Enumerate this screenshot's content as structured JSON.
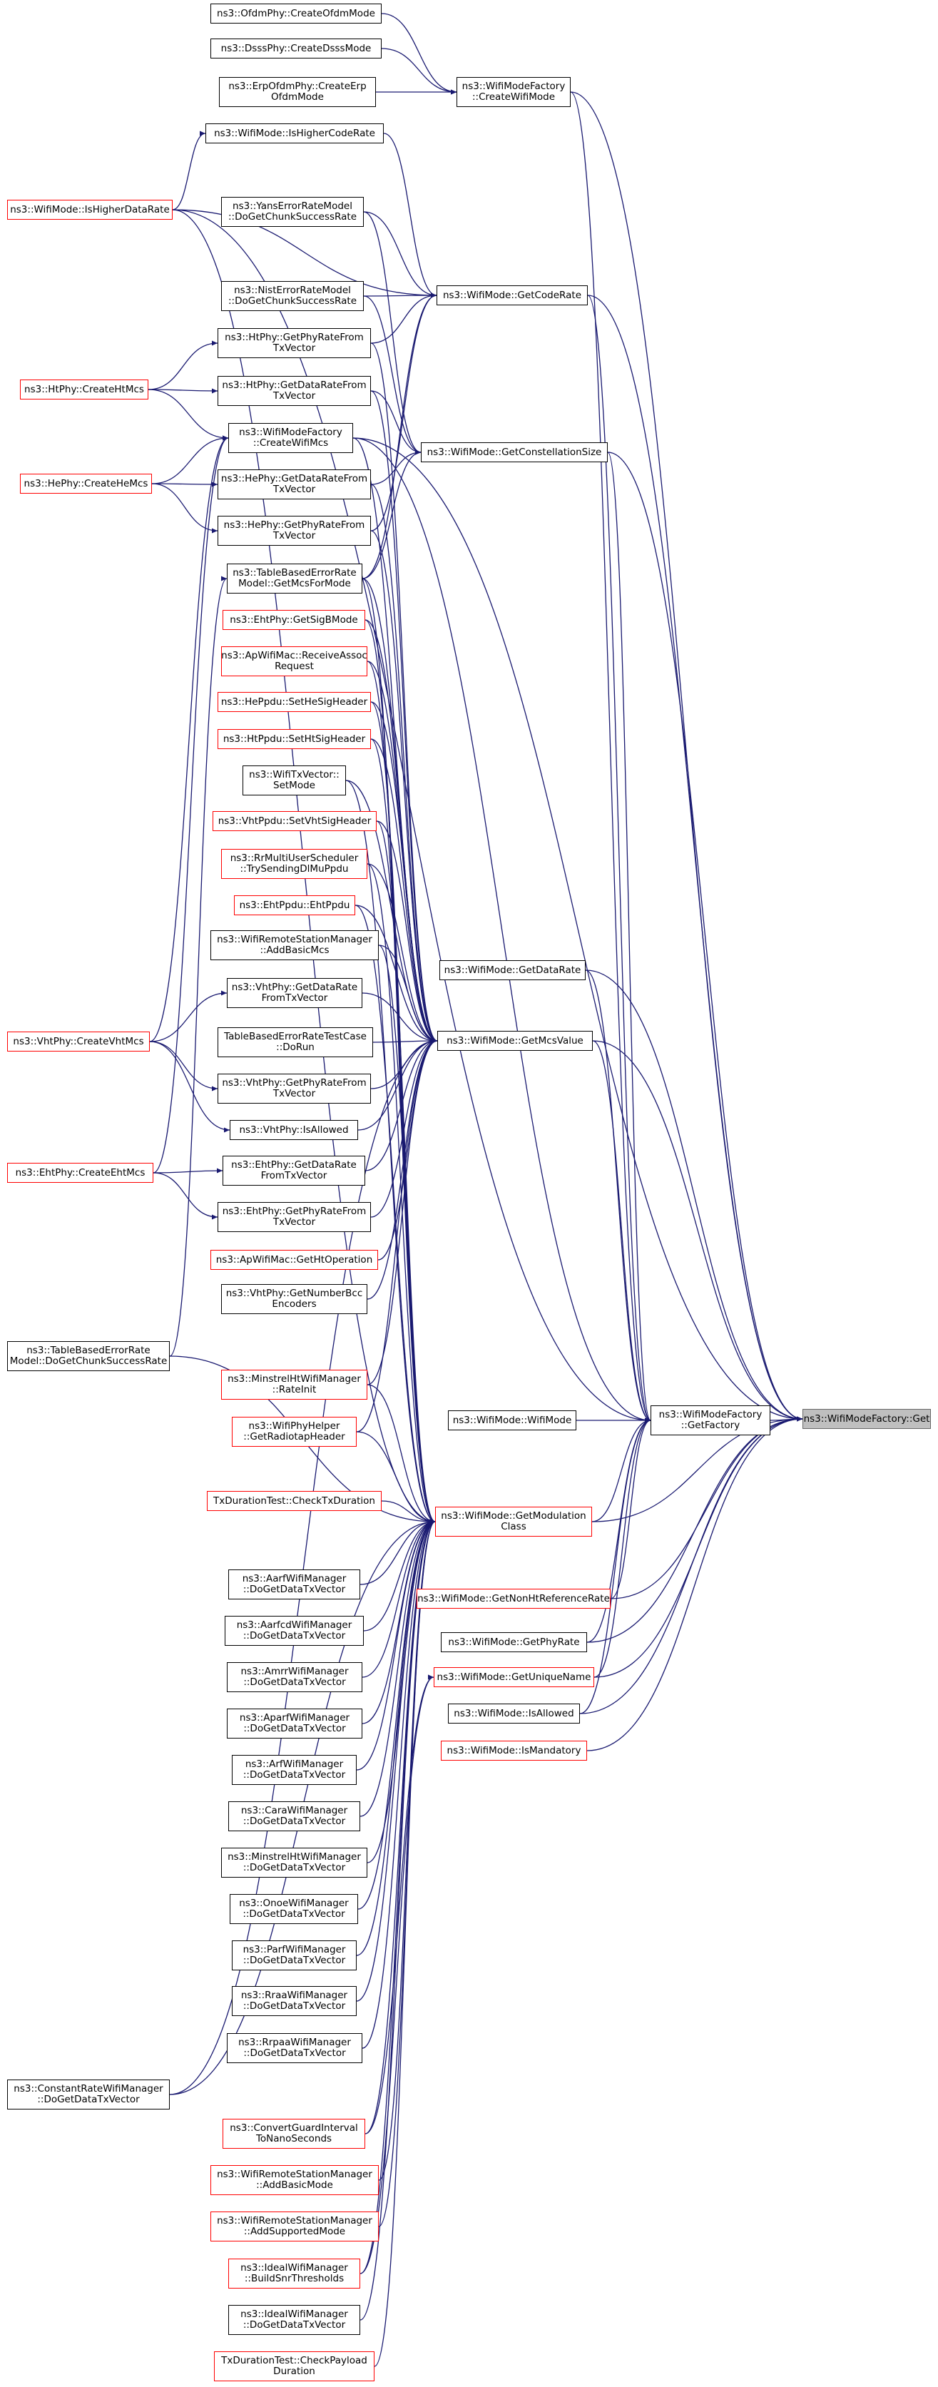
{
  "nodes": [
    {
      "id": "ofdm",
      "label": "ns3::OfdmPhy::CreateOfdmMode",
      "red": false
    },
    {
      "id": "dsss",
      "label": "ns3::DsssPhy::CreateDsssMode",
      "red": false
    },
    {
      "id": "erp",
      "label": "ns3::ErpOfdmPhy::CreateErp\nOfdmMode",
      "red": false
    },
    {
      "id": "fcreate",
      "label": "ns3::WifiModeFactory\n::CreateWifiMode",
      "red": false
    },
    {
      "id": "ishcr",
      "label": "ns3::WifiMode::IsHigherCodeRate",
      "red": false
    },
    {
      "id": "ishdr",
      "label": "ns3::WifiMode::IsHigherDataRate",
      "red": true
    },
    {
      "id": "yans",
      "label": "ns3::YansErrorRateModel\n::DoGetChunkSuccessRate",
      "red": false
    },
    {
      "id": "nist",
      "label": "ns3::NistErrorRateModel\n::DoGetChunkSuccessRate",
      "red": false
    },
    {
      "id": "gcr",
      "label": "ns3::WifiMode::GetCodeRate",
      "red": false
    },
    {
      "id": "htphy_gprftv",
      "label": "ns3::HtPhy::GetPhyRateFrom\nTxVector",
      "red": false
    },
    {
      "id": "htcreate",
      "label": "ns3::HtPhy::CreateHtMcs",
      "red": true
    },
    {
      "id": "htphy_gdrftv",
      "label": "ns3::HtPhy::GetDataRateFrom\nTxVector",
      "red": false
    },
    {
      "id": "fcreatemcs",
      "label": "ns3::WifiModeFactory\n::CreateWifiMcs",
      "red": false
    },
    {
      "id": "gcs",
      "label": "ns3::WifiMode::GetConstellationSize",
      "red": false
    },
    {
      "id": "hecreate",
      "label": "ns3::HePhy::CreateHeMcs",
      "red": true
    },
    {
      "id": "hephy_gdrftv",
      "label": "ns3::HePhy::GetDataRateFrom\nTxVector",
      "red": false
    },
    {
      "id": "hephy_gprftv",
      "label": "ns3::HePhy::GetPhyRateFrom\nTxVector",
      "red": false
    },
    {
      "id": "tbgm",
      "label": "ns3::TableBasedErrorRate\nModel::GetMcsForMode",
      "red": false
    },
    {
      "id": "ehtsigb",
      "label": "ns3::EhtPhy::GetSigBMode",
      "red": true
    },
    {
      "id": "apassoc",
      "label": "ns3::ApWifiMac::ReceiveAssoc\nRequest",
      "red": true
    },
    {
      "id": "hesig",
      "label": "ns3::HePpdu::SetHeSigHeader",
      "red": true
    },
    {
      "id": "htsig",
      "label": "ns3::HtPpdu::SetHtSigHeader",
      "red": true
    },
    {
      "id": "txvset",
      "label": "ns3::WifiTxVector::\nSetMode",
      "red": false
    },
    {
      "id": "vhtsig",
      "label": "ns3::VhtPpdu::SetVhtSigHeader",
      "red": true
    },
    {
      "id": "rrmu",
      "label": "ns3::RrMultiUserScheduler\n::TrySendingDlMuPpdu",
      "red": true
    },
    {
      "id": "ehtppdu",
      "label": "ns3::EhtPpdu::EhtPpdu",
      "red": true
    },
    {
      "id": "wrsmbasicmcs",
      "label": "ns3::WifiRemoteStationManager\n::AddBasicMcs",
      "red": false
    },
    {
      "id": "gdr",
      "label": "ns3::WifiMode::GetDataRate",
      "red": false
    },
    {
      "id": "vht_gdrftv",
      "label": "ns3::VhtPhy::GetDataRate\nFromTxVector",
      "red": false
    },
    {
      "id": "vhtcreate",
      "label": "ns3::VhtPhy::CreateVhtMcs",
      "red": true
    },
    {
      "id": "tbtest",
      "label": "TableBasedErrorRateTestCase\n::DoRun",
      "red": false
    },
    {
      "id": "gmv",
      "label": "ns3::WifiMode::GetMcsValue",
      "red": false
    },
    {
      "id": "vht_gprftv",
      "label": "ns3::VhtPhy::GetPhyRateFrom\nTxVector",
      "red": false
    },
    {
      "id": "vhtallowed",
      "label": "ns3::VhtPhy::IsAllowed",
      "red": false
    },
    {
      "id": "ehtcreate",
      "label": "ns3::EhtPhy::CreateEhtMcs",
      "red": true
    },
    {
      "id": "eht_gdrftv",
      "label": "ns3::EhtPhy::GetDataRate\nFromTxVector",
      "red": false
    },
    {
      "id": "eht_gprftv",
      "label": "ns3::EhtPhy::GetPhyRateFrom\nTxVector",
      "red": false
    },
    {
      "id": "apghtop",
      "label": "ns3::ApWifiMac::GetHtOperation",
      "red": true
    },
    {
      "id": "vhtbcc",
      "label": "ns3::VhtPhy::GetNumberBcc\nEncoders",
      "red": false
    },
    {
      "id": "tbdochunk",
      "label": "ns3::TableBasedErrorRate\nModel::DoGetChunkSuccessRate",
      "red": false
    },
    {
      "id": "minstrelinit",
      "label": "ns3::MinstrelHtWifiManager\n::RateInit",
      "red": true
    },
    {
      "id": "radiotap",
      "label": "ns3::WifiPhyHelper\n::GetRadiotapHeader",
      "red": true
    },
    {
      "id": "wmwm",
      "label": "ns3::WifiMode::WifiMode",
      "red": false
    },
    {
      "id": "gf",
      "label": "ns3::WifiModeFactory\n::GetFactory",
      "red": false
    },
    {
      "id": "root",
      "label": "ns3::WifiModeFactory::Get",
      "red": false,
      "root": true
    },
    {
      "id": "txdurchk",
      "label": "TxDurationTest::CheckTxDuration",
      "red": true
    },
    {
      "id": "gmc",
      "label": "ns3::WifiMode::GetModulation\nClass",
      "red": true
    },
    {
      "id": "aarf",
      "label": "ns3::AarfWifiManager\n::DoGetDataTxVector",
      "red": false
    },
    {
      "id": "nonht",
      "label": "ns3::WifiMode::GetNonHtReferenceRate",
      "red": true
    },
    {
      "id": "aarfcd",
      "label": "ns3::AarfcdWifiManager\n::DoGetDataTxVector",
      "red": false
    },
    {
      "id": "gpr",
      "label": "ns3::WifiMode::GetPhyRate",
      "red": false
    },
    {
      "id": "amrr",
      "label": "ns3::AmrrWifiManager\n::DoGetDataTxVector",
      "red": false
    },
    {
      "id": "gun",
      "label": "ns3::WifiMode::GetUniqueName",
      "red": true
    },
    {
      "id": "aparf",
      "label": "ns3::AparfWifiManager\n::DoGetDataTxVector",
      "red": false
    },
    {
      "id": "isallowed",
      "label": "ns3::WifiMode::IsAllowed",
      "red": false
    },
    {
      "id": "ismand",
      "label": "ns3::WifiMode::IsMandatory",
      "red": true
    },
    {
      "id": "arf",
      "label": "ns3::ArfWifiManager\n::DoGetDataTxVector",
      "red": false
    },
    {
      "id": "cara",
      "label": "ns3::CaraWifiManager\n::DoGetDataTxVector",
      "red": false
    },
    {
      "id": "minstrel",
      "label": "ns3::MinstrelHtWifiManager\n::DoGetDataTxVector",
      "red": false
    },
    {
      "id": "onoe",
      "label": "ns3::OnoeWifiManager\n::DoGetDataTxVector",
      "red": false
    },
    {
      "id": "parf",
      "label": "ns3::ParfWifiManager\n::DoGetDataTxVector",
      "red": false
    },
    {
      "id": "rraa",
      "label": "ns3::RraaWifiManager\n::DoGetDataTxVector",
      "red": false
    },
    {
      "id": "rrpaa",
      "label": "ns3::RrpaaWifiManager\n::DoGetDataTxVector",
      "red": false
    },
    {
      "id": "constrate",
      "label": "ns3::ConstantRateWifiManager\n::DoGetDataTxVector",
      "red": false
    },
    {
      "id": "convgi",
      "label": "ns3::ConvertGuardInterval\nToNanoSeconds",
      "red": true
    },
    {
      "id": "wrsmbasicmode",
      "label": "ns3::WifiRemoteStationManager\n::AddBasicMode",
      "red": true
    },
    {
      "id": "wrsmsupp",
      "label": "ns3::WifiRemoteStationManager\n::AddSupportedMode",
      "red": true
    },
    {
      "id": "idealsnr",
      "label": "ns3::IdealWifiManager\n::BuildSnrThresholds",
      "red": true
    },
    {
      "id": "idealtx",
      "label": "ns3::IdealWifiManager\n::DoGetDataTxVector",
      "red": false
    },
    {
      "id": "txpayload",
      "label": "TxDurationTest::CheckPayload\nDuration",
      "red": true
    }
  ],
  "edges": [
    [
      "ofdm",
      "fcreate"
    ],
    [
      "dsss",
      "fcreate"
    ],
    [
      "erp",
      "fcreate"
    ],
    [
      "ishcr",
      "gcr"
    ],
    [
      "ishdr",
      "gcr"
    ],
    [
      "ishdr",
      "ishcr"
    ],
    [
      "ishdr",
      "gmc"
    ],
    [
      "yans",
      "gcr"
    ],
    [
      "yans",
      "gcs"
    ],
    [
      "nist",
      "gcr"
    ],
    [
      "nist",
      "gcs"
    ],
    [
      "htphy_gprftv",
      "gcr"
    ],
    [
      "htphy_gdrftv",
      "gcs"
    ],
    [
      "htcreate",
      "htphy_gprftv"
    ],
    [
      "htcreate",
      "htphy_gdrftv"
    ],
    [
      "htcreate",
      "fcreatemcs"
    ],
    [
      "hecreate",
      "fcreatemcs"
    ],
    [
      "hecreate",
      "hephy_gdrftv"
    ],
    [
      "hecreate",
      "hephy_gprftv"
    ],
    [
      "vhtcreate",
      "fcreatemcs"
    ],
    [
      "vhtcreate",
      "vht_gdrftv"
    ],
    [
      "vhtcreate",
      "vht_gprftv"
    ],
    [
      "vhtcreate",
      "vhtallowed"
    ],
    [
      "ehtcreate",
      "fcreatemcs"
    ],
    [
      "ehtcreate",
      "eht_gdrftv"
    ],
    [
      "ehtcreate",
      "eht_gprftv"
    ],
    [
      "hephy_gdrftv",
      "gcs"
    ],
    [
      "hephy_gprftv",
      "gcr"
    ],
    [
      "tbgm",
      "gcr"
    ],
    [
      "tbgm",
      "gcs"
    ],
    [
      "tbdochunk",
      "tbgm"
    ],
    [
      "tbdochunk",
      "gmc"
    ],
    [
      "fcreatemcs",
      "gmv"
    ],
    [
      "htphy_gdrftv",
      "gmv"
    ],
    [
      "htphy_gprftv",
      "gmv"
    ],
    [
      "hephy_gdrftv",
      "gmv"
    ],
    [
      "hephy_gprftv",
      "gmv"
    ],
    [
      "tbgm",
      "gmv"
    ],
    [
      "ehtsigb",
      "gmv"
    ],
    [
      "apassoc",
      "gmv"
    ],
    [
      "hesig",
      "gmv"
    ],
    [
      "htsig",
      "gmv"
    ],
    [
      "txvset",
      "gmv"
    ],
    [
      "vhtsig",
      "gmv"
    ],
    [
      "rrmu",
      "gmv"
    ],
    [
      "ehtppdu",
      "gmv"
    ],
    [
      "wrsmbasicmcs",
      "gmv"
    ],
    [
      "vht_gdrftv",
      "gmv"
    ],
    [
      "tbtest",
      "gmv"
    ],
    [
      "vht_gprftv",
      "gmv"
    ],
    [
      "vhtallowed",
      "gmv"
    ],
    [
      "eht_gdrftv",
      "gmv"
    ],
    [
      "eht_gprftv",
      "gmv"
    ],
    [
      "apghtop",
      "gmv"
    ],
    [
      "vhtbcc",
      "gmv"
    ],
    [
      "minstrelinit",
      "gmv"
    ],
    [
      "radiotap",
      "gmv"
    ],
    [
      "constrate",
      "gmv"
    ],
    [
      "ehtsigb",
      "gmc"
    ],
    [
      "apassoc",
      "gmc"
    ],
    [
      "hesig",
      "gmc"
    ],
    [
      "htsig",
      "gmc"
    ],
    [
      "txvset",
      "gmc"
    ],
    [
      "vhtsig",
      "gmc"
    ],
    [
      "rrmu",
      "gmc"
    ],
    [
      "ehtppdu",
      "gmc"
    ],
    [
      "wrsmbasicmcs",
      "gmc"
    ],
    [
      "tbgm",
      "gmc"
    ],
    [
      "minstrelinit",
      "gmc"
    ],
    [
      "radiotap",
      "gmc"
    ],
    [
      "txdurchk",
      "gmc"
    ],
    [
      "aarf",
      "gmc"
    ],
    [
      "aarfcd",
      "gmc"
    ],
    [
      "amrr",
      "gmc"
    ],
    [
      "aparf",
      "gmc"
    ],
    [
      "arf",
      "gmc"
    ],
    [
      "cara",
      "gmc"
    ],
    [
      "minstrel",
      "gmc"
    ],
    [
      "onoe",
      "gmc"
    ],
    [
      "parf",
      "gmc"
    ],
    [
      "rraa",
      "gmc"
    ],
    [
      "rrpaa",
      "gmc"
    ],
    [
      "constrate",
      "gmc"
    ],
    [
      "convgi",
      "gmc"
    ],
    [
      "wrsmbasicmode",
      "gmc"
    ],
    [
      "wrsmsupp",
      "gmc"
    ],
    [
      "idealsnr",
      "gmc"
    ],
    [
      "idealtx",
      "gmc"
    ],
    [
      "txpayload",
      "gmc"
    ],
    [
      "convgi",
      "gun"
    ],
    [
      "idealsnr",
      "gun"
    ],
    [
      "wmwm",
      "gf"
    ],
    [
      "fcreate",
      "gf"
    ],
    [
      "fcreatemcs",
      "gf"
    ],
    [
      "gcr",
      "gf"
    ],
    [
      "gcs",
      "gf"
    ],
    [
      "gdr",
      "gf"
    ],
    [
      "gmv",
      "gf"
    ],
    [
      "gmc",
      "gf"
    ],
    [
      "nonht",
      "gf"
    ],
    [
      "gpr",
      "gf"
    ],
    [
      "gun",
      "gf"
    ],
    [
      "isallowed",
      "gf"
    ],
    [
      "ishdr",
      "gf"
    ],
    [
      "gf",
      "root"
    ],
    [
      "fcreate",
      "root"
    ],
    [
      "gcr",
      "root"
    ],
    [
      "gcs",
      "root"
    ],
    [
      "gdr",
      "root"
    ],
    [
      "gmv",
      "root"
    ],
    [
      "gmc",
      "root"
    ],
    [
      "nonht",
      "root"
    ],
    [
      "gpr",
      "root"
    ],
    [
      "gun",
      "root"
    ],
    [
      "isallowed",
      "root"
    ],
    [
      "ismand",
      "root"
    ],
    [
      "fcreatemcs",
      "root"
    ]
  ]
}
